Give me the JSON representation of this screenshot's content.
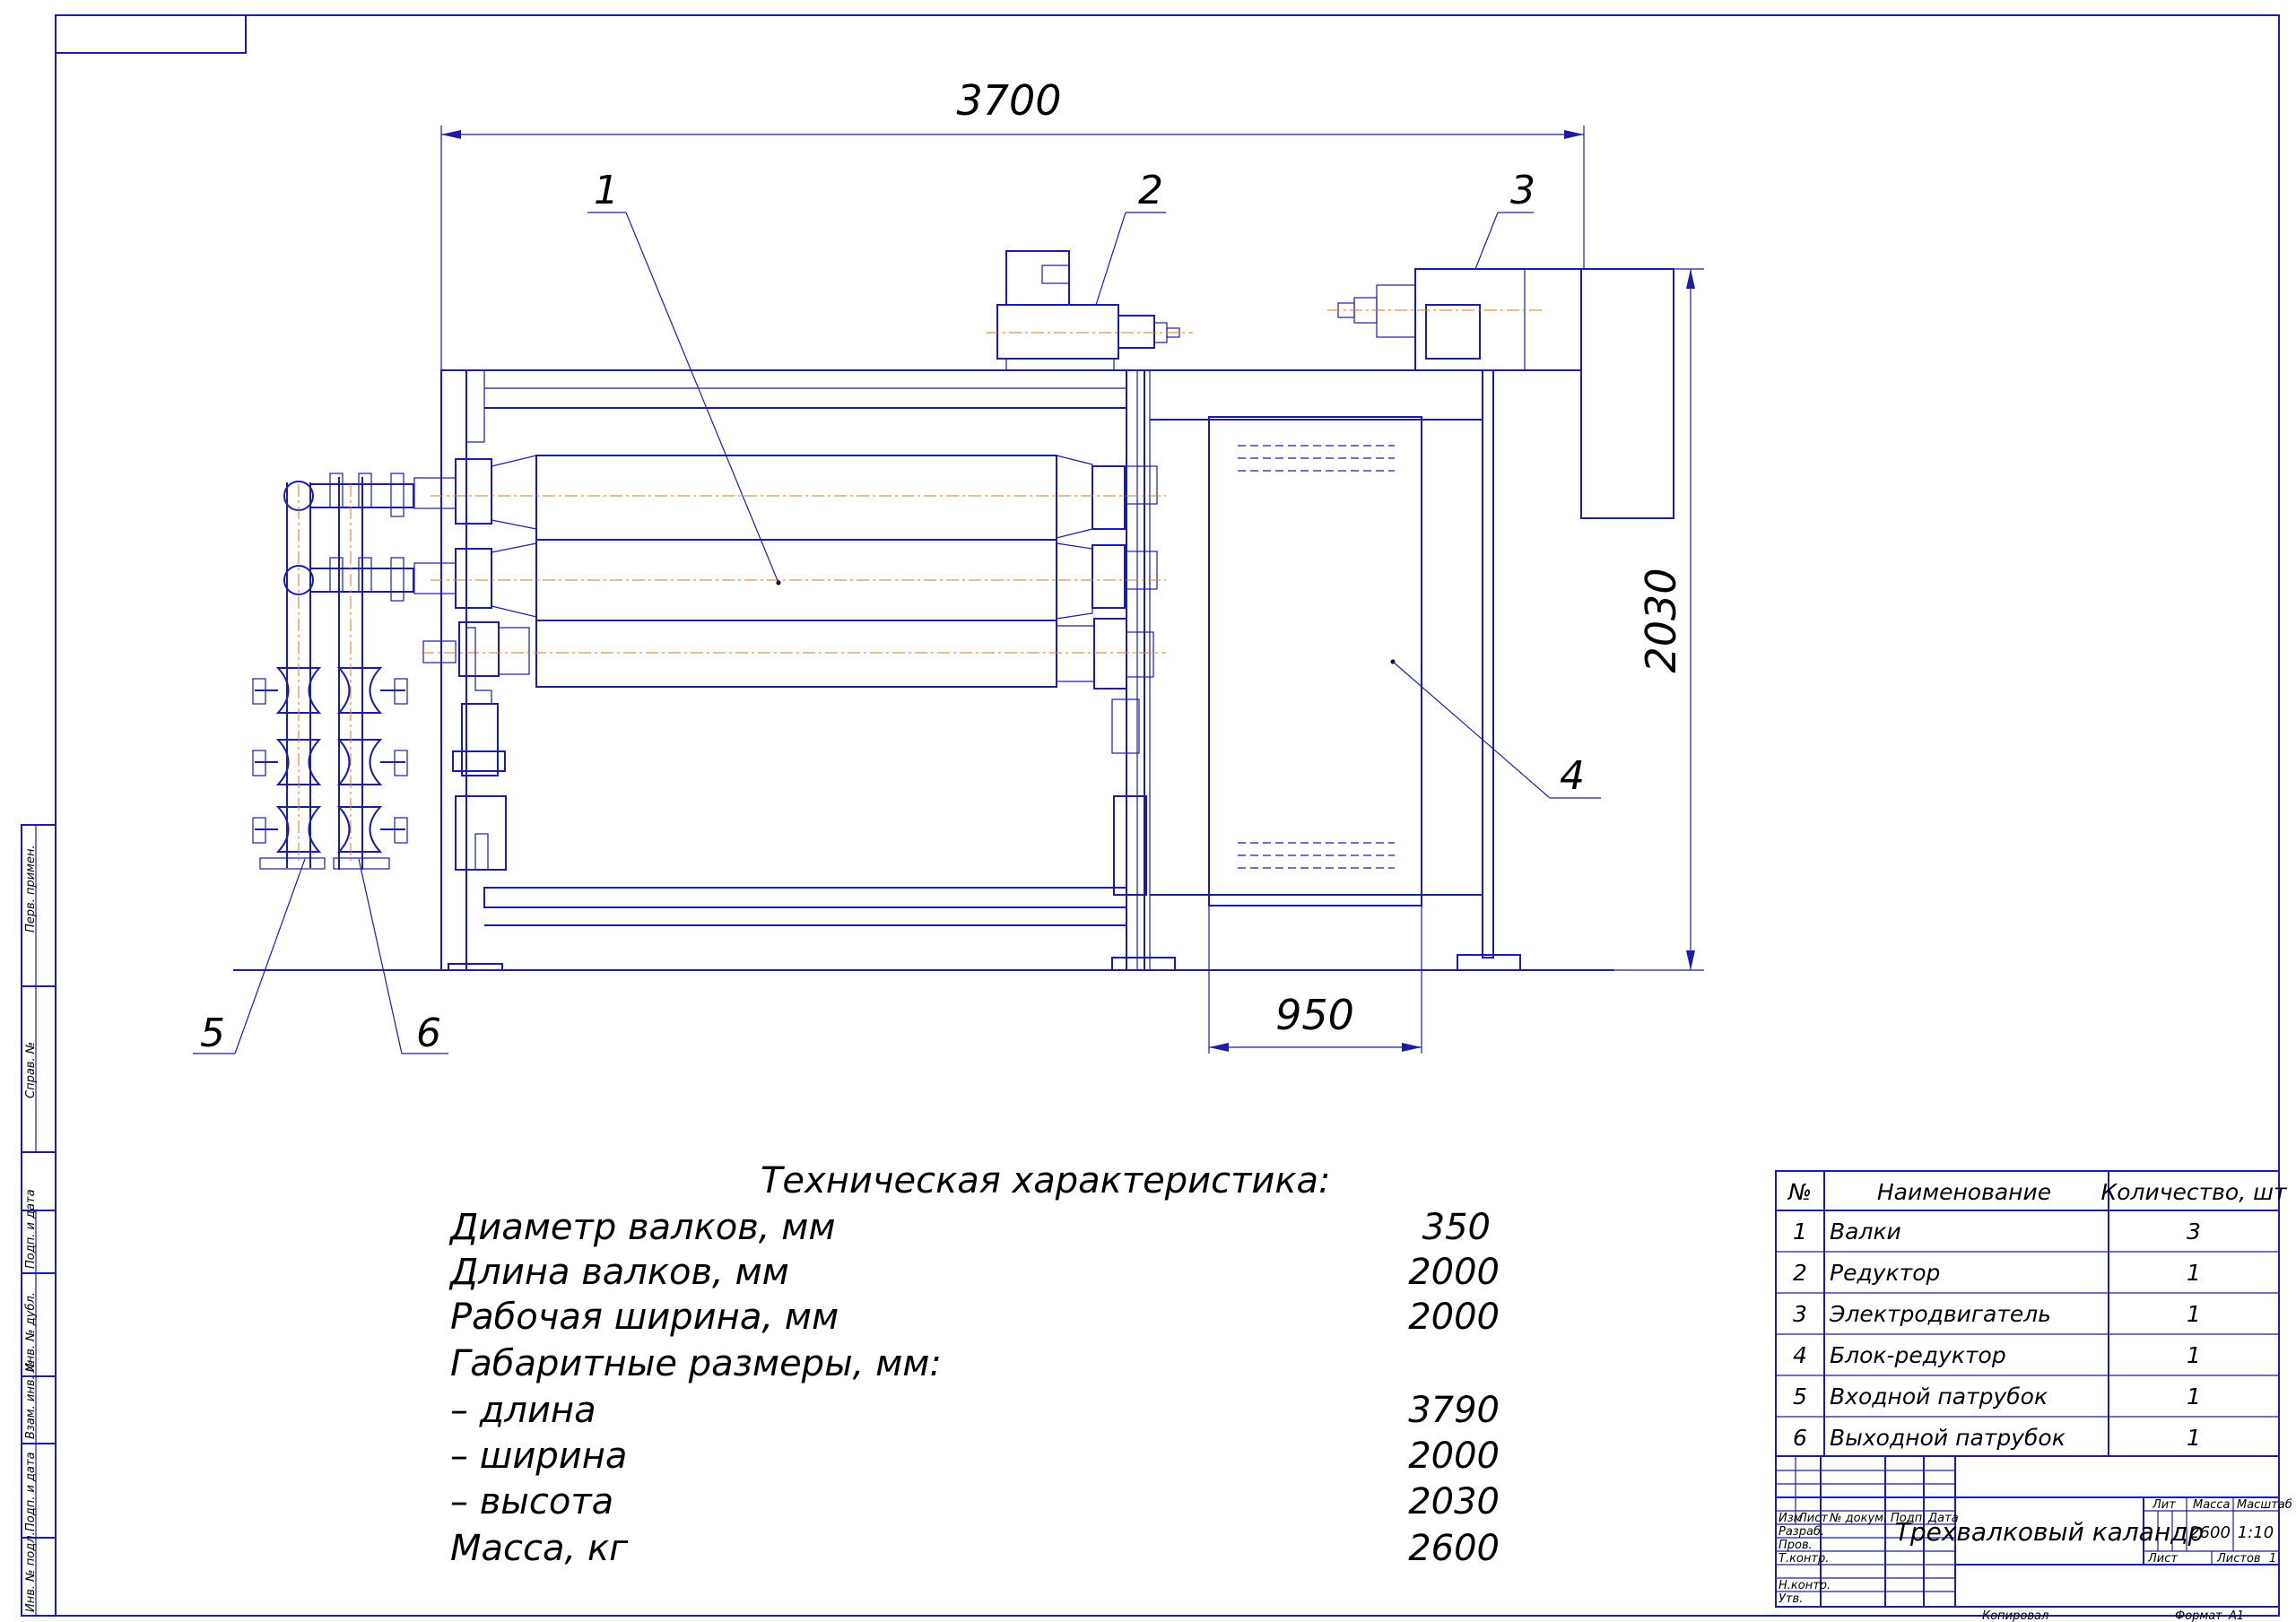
{
  "drawing": {
    "dimensions": {
      "length": "3700",
      "height": "2030",
      "cabinet_width": "950"
    },
    "callouts": [
      "1",
      "2",
      "3",
      "4",
      "5",
      "6"
    ]
  },
  "spec": {
    "title": "Техническая характеристика:",
    "rows": [
      {
        "label": "Диаметр валков, мм",
        "value": "350"
      },
      {
        "label": "Длина валков, мм",
        "value": "2000"
      },
      {
        "label": "Рабочая ширина, мм",
        "value": "2000"
      },
      {
        "label": "Габаритные размеры, мм:",
        "value": ""
      },
      {
        "label": "– длина",
        "value": "3790"
      },
      {
        "label": "– ширина",
        "value": "2000"
      },
      {
        "label": "– высота",
        "value": "2030"
      },
      {
        "label": "Масса, кг",
        "value": "2600"
      }
    ]
  },
  "parts_table": {
    "headers": [
      "№",
      "Наименование",
      "Количество, шт"
    ],
    "rows": [
      {
        "no": "1",
        "name": "Валки",
        "qty": "3"
      },
      {
        "no": "2",
        "name": "Редуктор",
        "qty": "1"
      },
      {
        "no": "3",
        "name": "Электродвигатель",
        "qty": "1"
      },
      {
        "no": "4",
        "name": "Блок-редуктор",
        "qty": "1"
      },
      {
        "no": "5",
        "name": "Входной патрубок",
        "qty": "1"
      },
      {
        "no": "6",
        "name": "Выходной патрубок",
        "qty": "1"
      }
    ]
  },
  "title_block": {
    "name": "Трехвалковый каландр",
    "lit_label": "Лит",
    "mass_label": "Масса",
    "scale_label": "Масштаб",
    "mass": "2600",
    "scale": "1:10",
    "sheet_label": "Лист",
    "sheets_label": "Листов",
    "sheets": "1",
    "col_izm": "Изм",
    "col_list": "Лист",
    "col_doc": "№ докум.",
    "col_sign": "Подп.",
    "col_date": "Дата",
    "row_razrab": "Разраб.",
    "row_prov": "Пров.",
    "row_tkontr": "Т.контр.",
    "row_nkontr": "Н.контр.",
    "row_utv": "Утв.",
    "copied": "Копировал",
    "format_label": "Формат",
    "format": "А1"
  },
  "side_stamp": [
    "Перв. примен.",
    "Справ. №",
    "Подп. и дата",
    "Инв. № дубл.",
    "Взам. инв. №",
    "Подп. и дата",
    "Инв. № подл."
  ]
}
